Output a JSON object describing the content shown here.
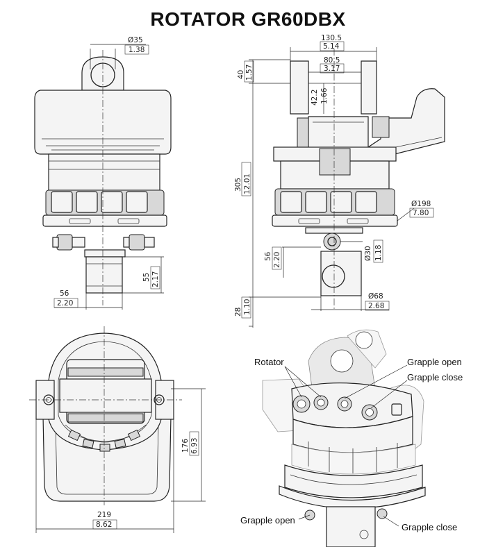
{
  "title": "ROTATOR  GR60DBX",
  "front_view": {
    "pin_diameter": "Ø35",
    "pin_diameter_in": "1.38",
    "shaft_height": "55",
    "shaft_height_in": "2.17",
    "shaft_width": "56",
    "shaft_width_in": "2.20"
  },
  "side_view": {
    "overall_width": "130.5",
    "overall_width_in": "5.14",
    "ear_width": "80.5",
    "ear_width_in": "3.17",
    "top_height": "40",
    "top_height_in": "1.57",
    "pin_offset": "42.2",
    "pin_offset_in": "1.66",
    "body_height": "305",
    "body_height_in": "12.01",
    "flange_diameter": "Ø198",
    "flange_diameter_in": "7.80",
    "shaft_length": "56",
    "shaft_length_in": "2.20",
    "bore_diameter": "Ø30",
    "bore_diameter_in": "1.18",
    "shaft_diameter": "Ø68",
    "shaft_diameter_in": "2.68",
    "bottom_height": "28",
    "bottom_height_in": "1.10"
  },
  "top_view": {
    "depth": "176",
    "depth_in": "6.93",
    "width": "219",
    "width_in": "8.62"
  },
  "callouts": {
    "rotator": "Rotator",
    "grapple_open_top": "Grapple open",
    "grapple_close_top": "Grapple close",
    "grapple_open_bottom": "Grapple open",
    "grapple_close_bottom": "Grapple close"
  }
}
